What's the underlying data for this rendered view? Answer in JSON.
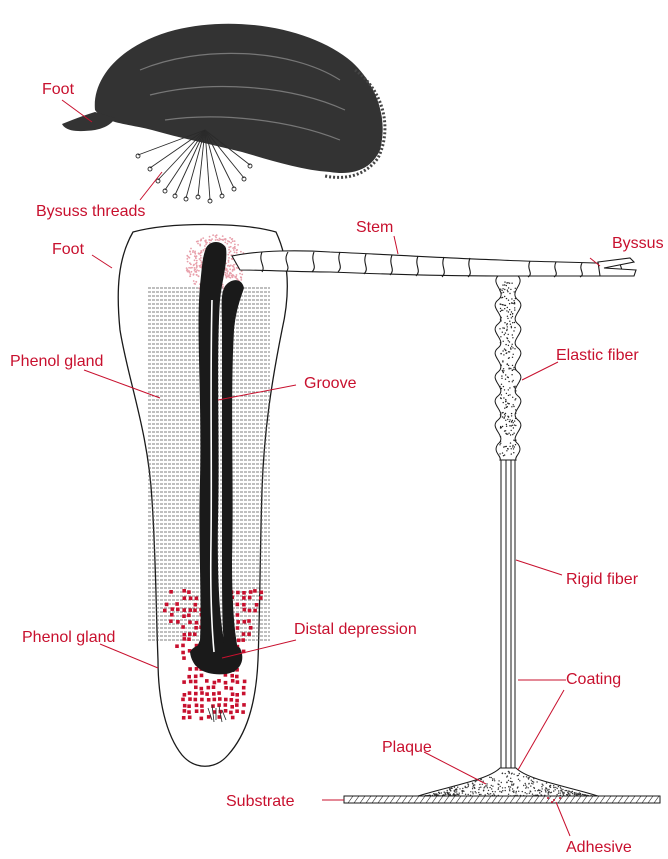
{
  "colors": {
    "label": "#c8102e",
    "leader": "#c8102e",
    "ink": "#1a1a1a",
    "shell": "#3a3a3a",
    "gland_red": "#c8102e",
    "gland_pink": "#e8a0ab",
    "background": "#ffffff"
  },
  "labels": {
    "foot_top": "Foot",
    "byssus_threads": "Bysuss threads",
    "foot": "Foot",
    "stem": "Stem",
    "byssus": "Byssus",
    "phenol_gland_upper": "Phenol gland",
    "groove": "Groove",
    "elastic_fiber": "Elastic fiber",
    "rigid_fiber": "Rigid fiber",
    "phenol_gland_lower": "Phenol gland",
    "distal_depression": "Distal depression",
    "coating": "Coating",
    "plaque": "Plaque",
    "substrate": "Substrate",
    "adhesive": "Adhesive"
  },
  "icons": {
    "mussel": "mussel-shell-icon",
    "foot_body": "foot-organ-icon",
    "thread": "byssus-thread-icon"
  }
}
